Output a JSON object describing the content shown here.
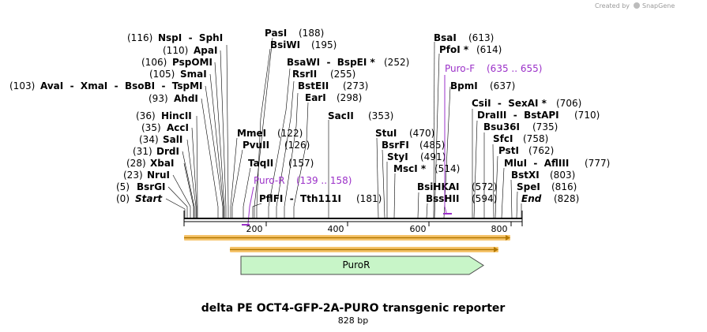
{
  "watermark": {
    "text": "Created by",
    "brand": "SnapGene"
  },
  "title": "delta PE OCT4-GFP-2A-PURO transgenic reporter",
  "length_label": "828 bp",
  "axis_ticks": [
    "200",
    "400",
    "600",
    "800"
  ],
  "sites": [
    {
      "pos": "(0)",
      "name": "Start",
      "italic": true
    },
    {
      "pos": "(5)",
      "name": "BsrGI"
    },
    {
      "pos": "(23)",
      "name": "NruI"
    },
    {
      "pos": "(28)",
      "name": "XbaI"
    },
    {
      "pos": "(31)",
      "name": "DrdI"
    },
    {
      "pos": "(34)",
      "name": "SalI"
    },
    {
      "pos": "(35)",
      "name": "AccI"
    },
    {
      "pos": "(36)",
      "name": "HincII"
    },
    {
      "pos": "(93)",
      "name": "AhdI"
    },
    {
      "pos": "(103)",
      "name": "AvaI  -  XmaI  -  BsoBI  -  TspMI"
    },
    {
      "pos": "(105)",
      "name": "SmaI"
    },
    {
      "pos": "(106)",
      "name": "PspOMI"
    },
    {
      "pos": "(110)",
      "name": "ApaI"
    },
    {
      "pos": "(116)",
      "name": "NspI  -  SphI"
    },
    {
      "pos": "(188)",
      "name": "PasI"
    },
    {
      "pos": "(195)",
      "name": "BsiWI"
    },
    {
      "pos": "(252)",
      "name": "BsaWI  -  BspEI *"
    },
    {
      "pos": "(255)",
      "name": "RsrII"
    },
    {
      "pos": "(273)",
      "name": "BstEII"
    },
    {
      "pos": "(298)",
      "name": "EarI"
    },
    {
      "pos": "(122)",
      "name": "MmeI"
    },
    {
      "pos": "(126)",
      "name": "PvuII"
    },
    {
      "pos": "(157)",
      "name": "TaqII"
    },
    {
      "pos": "",
      "name": "PflFI  -  Tth111I"
    },
    {
      "pos": "(181)",
      "name": ""
    },
    {
      "pos": "(353)",
      "name": "SacII"
    },
    {
      "pos": "(470)",
      "name": "StuI"
    },
    {
      "pos": "(485)",
      "name": "BsrFI"
    },
    {
      "pos": "(491)",
      "name": "StyI"
    },
    {
      "pos": "(514)",
      "name": "MscI *"
    },
    {
      "pos": "(572)",
      "name": "BsiHKAI"
    },
    {
      "pos": "(594)",
      "name": "BssHII"
    },
    {
      "pos": "(613)",
      "name": "BsaI"
    },
    {
      "pos": "(614)",
      "name": "PfoI *"
    },
    {
      "pos": "(637)",
      "name": "BpmI"
    },
    {
      "pos": "(706)",
      "name": "CsiI  -  SexAI *"
    },
    {
      "pos": "(710)",
      "name": "DraIII  -  BstAPI"
    },
    {
      "pos": "(735)",
      "name": "Bsu36I"
    },
    {
      "pos": "(758)",
      "name": "SfcI"
    },
    {
      "pos": "(762)",
      "name": "PstI"
    },
    {
      "pos": "(777)",
      "name": "MluI  -  AflIII"
    },
    {
      "pos": "(803)",
      "name": "BstXI"
    },
    {
      "pos": "(816)",
      "name": "SpeI"
    },
    {
      "pos": "(828)",
      "name": "End",
      "italic": true
    }
  ],
  "primers": [
    {
      "name": "Puro-F",
      "range": "(635 .. 655)"
    },
    {
      "name": "Puro-R",
      "range": "(139 .. 158)"
    }
  ],
  "features": [
    {
      "name": "PuroR"
    }
  ],
  "colors": {
    "primer": "#9b30c8",
    "orf_fill": "#f6c46c",
    "orf_line": "#b27800",
    "feature_fill": "#c8f5c8",
    "feature_stroke": "#4a4a4a"
  }
}
